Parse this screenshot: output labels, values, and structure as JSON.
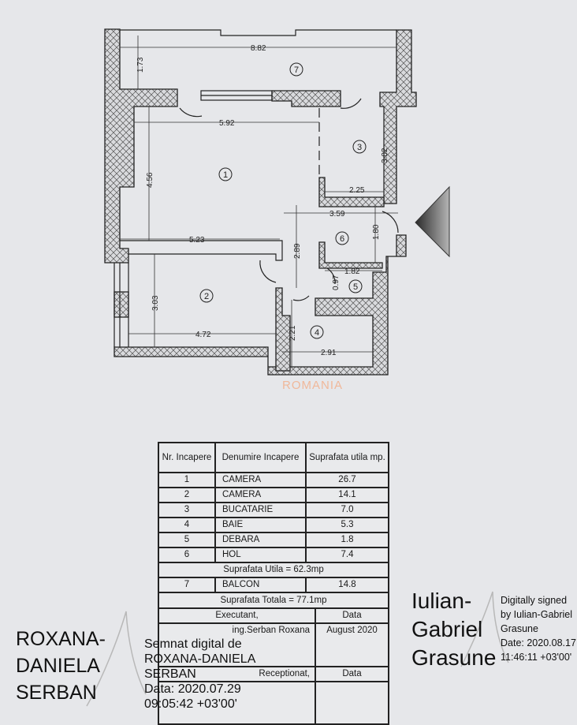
{
  "plan": {
    "rooms": [
      {
        "nr": "1"
      },
      {
        "nr": "2"
      },
      {
        "nr": "3"
      },
      {
        "nr": "4"
      },
      {
        "nr": "5"
      },
      {
        "nr": "6"
      },
      {
        "nr": "7"
      }
    ],
    "dimensions": {
      "balcony_width": "8.82",
      "balcony_depth": "1.73",
      "room1_width": "5.92",
      "room1_depth": "4.56",
      "room1_lower_width": "5.23",
      "room3_depth": "3.02",
      "room3_width": "2.25",
      "hall_width": "3.59",
      "hall_depth": "1.80",
      "hall_length": "2.89",
      "storage_width": "1.82",
      "storage_depth": "0.97",
      "room2_depth": "3.03",
      "room2_width": "4.72",
      "bath_depth": "2.21",
      "bath_width": "2.91"
    },
    "watermark": "ROMANIA",
    "entrance_marker_color": "#555555"
  },
  "table": {
    "headers": {
      "nr": "Nr. Incapere",
      "name": "Denumire Incapere",
      "area": "Suprafata utila mp."
    },
    "rows": [
      {
        "nr": "1",
        "name": "CAMERA",
        "area": "26.7"
      },
      {
        "nr": "2",
        "name": "CAMERA",
        "area": "14.1"
      },
      {
        "nr": "3",
        "name": "BUCATARIE",
        "area": "7.0"
      },
      {
        "nr": "4",
        "name": "BAIE",
        "area": "5.3"
      },
      {
        "nr": "5",
        "name": "DEBARA",
        "area": "1.8"
      },
      {
        "nr": "6",
        "name": "HOL",
        "area": "7.4"
      }
    ],
    "useful_total": "Suprafata Utila = 62.3mp",
    "balcony": {
      "nr": "7",
      "name": "BALCON",
      "area": "14.8"
    },
    "grand_total": "Suprafata Totala = 77.1mp",
    "executant_label": "Executant,",
    "data_label": "Data",
    "executant_name": "ing.Serban Roxana",
    "executant_date": "August 2020",
    "receptionat_label": "Receptionat,",
    "receptionat_data_label": "Data"
  },
  "signatures": {
    "left": {
      "name_lines": [
        "ROXANA-",
        "DANIELA",
        "SERBAN"
      ],
      "meta_lines": [
        "Semnat digital de",
        "ROXANA-DANIELA",
        "SERBAN",
        "Data: 2020.07.29",
        "09:05:42 +03'00'"
      ]
    },
    "right": {
      "name_lines": [
        "Iulian-",
        "Gabriel",
        "Grasune"
      ],
      "meta_lines": [
        "Digitally signed",
        "by Iulian-Gabriel",
        "Grasune",
        "Date: 2020.08.17",
        "11:46:11 +03'00'"
      ]
    }
  }
}
